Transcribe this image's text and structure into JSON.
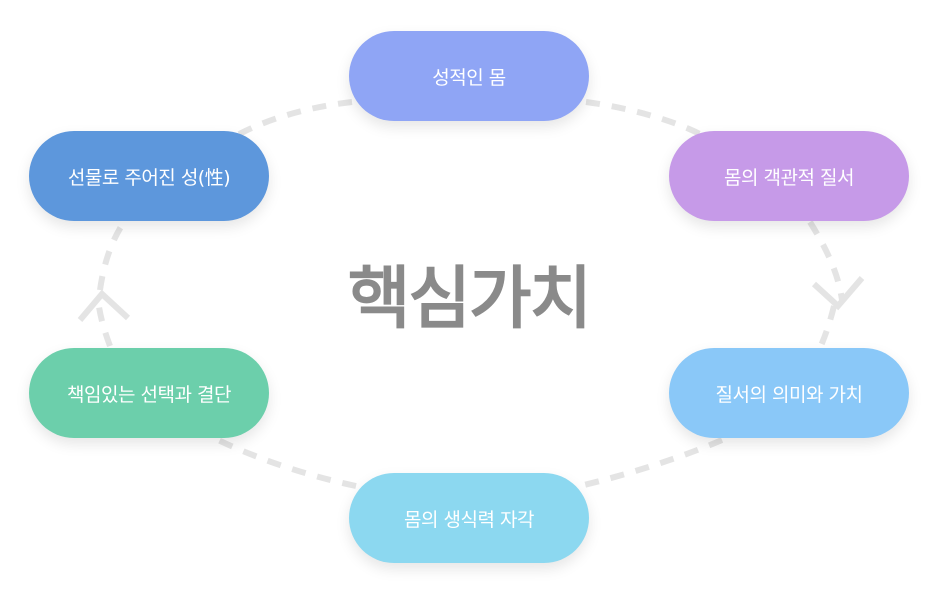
{
  "center": {
    "title": "핵심가치"
  },
  "nodes": [
    {
      "label": "성적인 몸",
      "color": "#8fa5f5"
    },
    {
      "label": "몸의 객관적 질서",
      "color": "#c69ae8"
    },
    {
      "label": "질서의 의미와 가치",
      "color": "#8ac8f8"
    },
    {
      "label": "몸의 생식력 자각",
      "color": "#8cd8f0"
    },
    {
      "label": "책임있는 선택과 결단",
      "color": "#6ccfab"
    },
    {
      "label": "선물로 주어진 성(性)",
      "color": "#5d97dc"
    }
  ],
  "connector": {
    "color": "#e4e4e4",
    "style": "dashed"
  }
}
